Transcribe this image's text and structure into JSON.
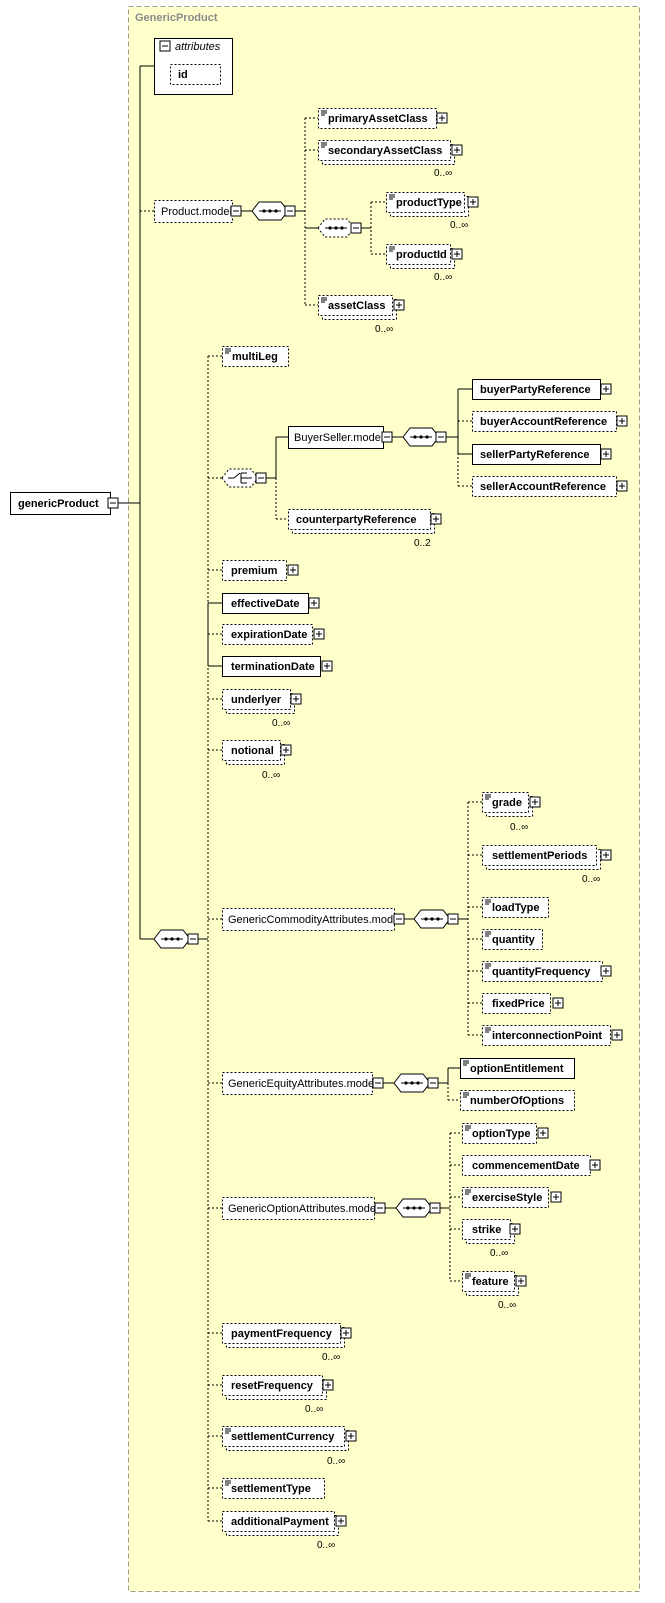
{
  "diagram": {
    "group_title": "GenericProduct",
    "root": "genericProduct",
    "attributes": {
      "label": "attributes",
      "items": [
        "id"
      ]
    },
    "product_model": {
      "label": "Product.model",
      "items": [
        {
          "label": "primaryAssetClass",
          "occurs": ""
        },
        {
          "label": "secondaryAssetClass",
          "occurs": "0..∞"
        },
        {
          "label": "productType",
          "occurs": "0..∞"
        },
        {
          "label": "productId",
          "occurs": "0..∞"
        },
        {
          "label": "assetClass",
          "occurs": "0..∞"
        }
      ]
    },
    "multi_leg": "multiLeg",
    "buyer_seller": {
      "label": "BuyerSeller.model",
      "items": [
        "buyerPartyReference",
        "buyerAccountReference",
        "sellerPartyReference",
        "sellerAccountReference"
      ]
    },
    "counterparty": {
      "label": "counterpartyReference",
      "occurs": "0..2"
    },
    "elements": [
      {
        "label": "premium",
        "occurs": ""
      },
      {
        "label": "effectiveDate",
        "occurs": ""
      },
      {
        "label": "expirationDate",
        "occurs": ""
      },
      {
        "label": "terminationDate",
        "occurs": ""
      },
      {
        "label": "underlyer",
        "occurs": "0..∞"
      },
      {
        "label": "notional",
        "occurs": "0..∞"
      }
    ],
    "commodity": {
      "label": "GenericCommodityAttributes.model",
      "items": [
        {
          "label": "grade",
          "occurs": "0..∞"
        },
        {
          "label": "settlementPeriods",
          "occurs": "0..∞"
        },
        {
          "label": "loadType",
          "occurs": ""
        },
        {
          "label": "quantity",
          "occurs": ""
        },
        {
          "label": "quantityFrequency",
          "occurs": ""
        },
        {
          "label": "fixedPrice",
          "occurs": ""
        },
        {
          "label": "interconnectionPoint",
          "occurs": ""
        }
      ]
    },
    "equity": {
      "label": "GenericEquityAttributes.model",
      "items": [
        "optionEntitlement",
        "numberOfOptions"
      ]
    },
    "option": {
      "label": "GenericOptionAttributes.model",
      "items": [
        {
          "label": "optionType",
          "occurs": ""
        },
        {
          "label": "commencementDate",
          "occurs": ""
        },
        {
          "label": "exerciseStyle",
          "occurs": ""
        },
        {
          "label": "strike",
          "occurs": "0..∞"
        },
        {
          "label": "feature",
          "occurs": "0..∞"
        }
      ]
    },
    "tail": [
      {
        "label": "paymentFrequency",
        "occurs": "0..∞"
      },
      {
        "label": "resetFrequency",
        "occurs": "0..∞"
      },
      {
        "label": "settlementCurrency",
        "occurs": "0..∞"
      },
      {
        "label": "settlementType",
        "occurs": ""
      },
      {
        "label": "additionalPayment",
        "occurs": "0..∞"
      }
    ]
  }
}
